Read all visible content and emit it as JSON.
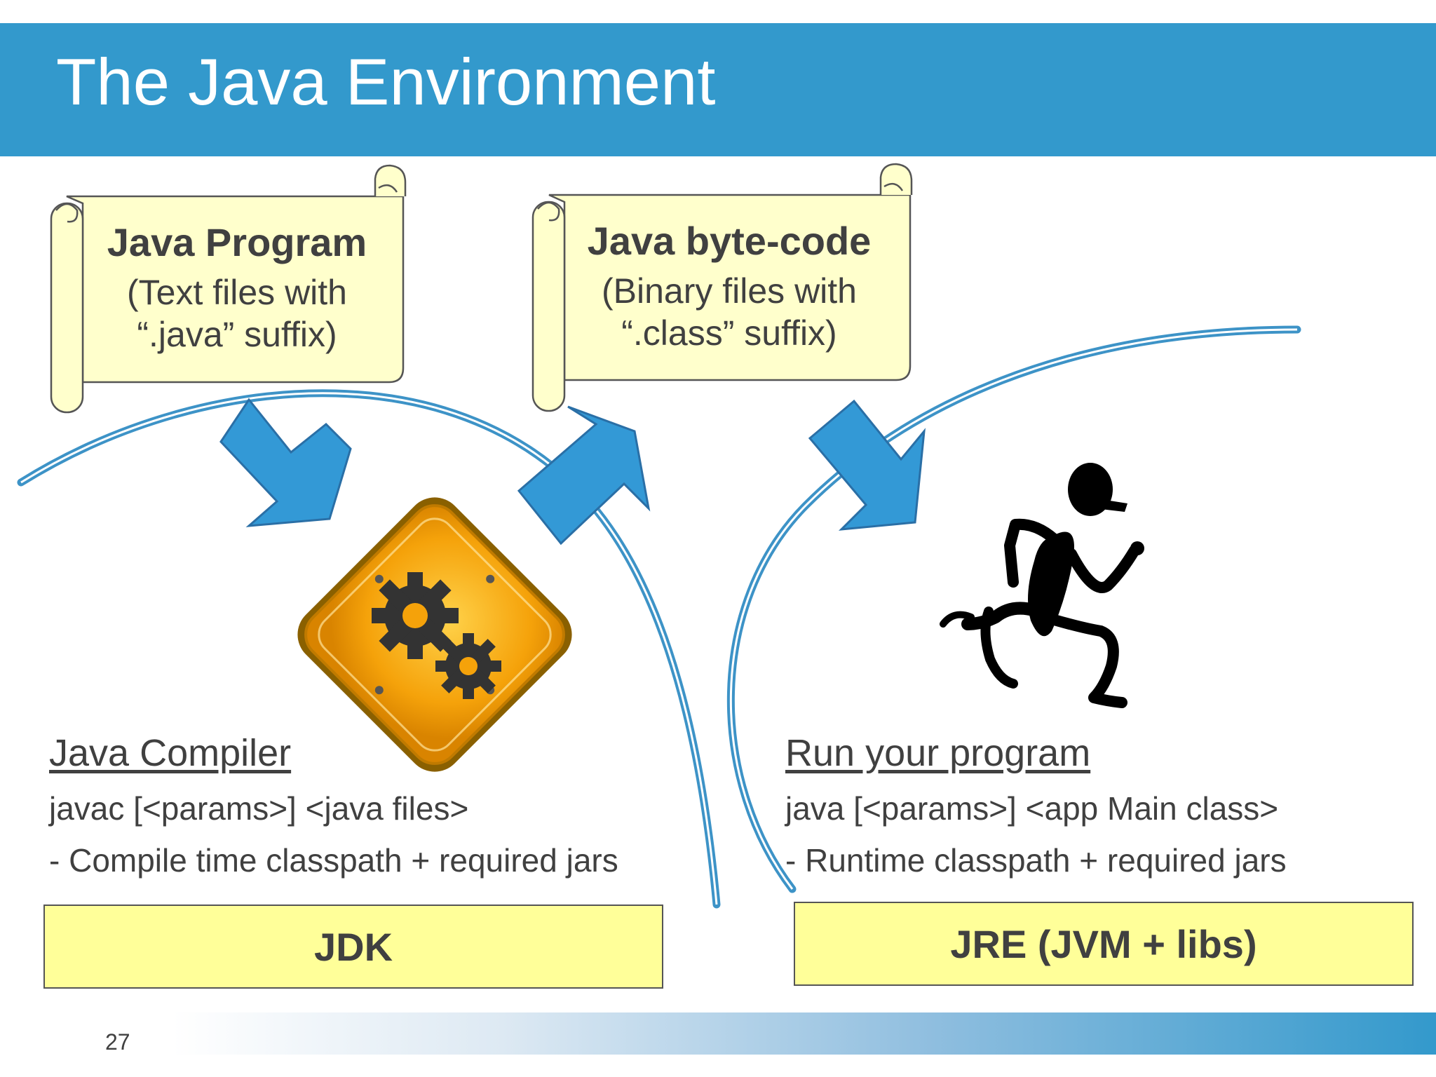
{
  "slide": {
    "title": "The Java Environment",
    "page_number": "27"
  },
  "scrolls": {
    "program": {
      "title": "Java Program",
      "line1": "(Text files with",
      "line2": "“.java” suffix)"
    },
    "bytecode": {
      "title": "Java byte-code",
      "line1": "(Binary files with",
      "line2": "“.class” suffix)"
    }
  },
  "compiler": {
    "heading": "Java Compiler",
    "command": "javac [<params>] <java files>",
    "note": "- Compile time classpath + required jars"
  },
  "runtime": {
    "heading": "Run your program",
    "command": "java [<params>] <app Main class>",
    "note": "- Runtime classpath + required jars"
  },
  "boxes": {
    "jdk": "JDK",
    "jre": "JRE (JVM + libs)"
  },
  "icons": {
    "compiler": "gears-warning-sign-icon",
    "runtime": "running-man-icon"
  },
  "colors": {
    "header": "#3399cc",
    "scroll_fill": "#ffffcc",
    "box_fill": "#ffff99",
    "arrow_fill": "#3399d6",
    "text": "#404040"
  }
}
